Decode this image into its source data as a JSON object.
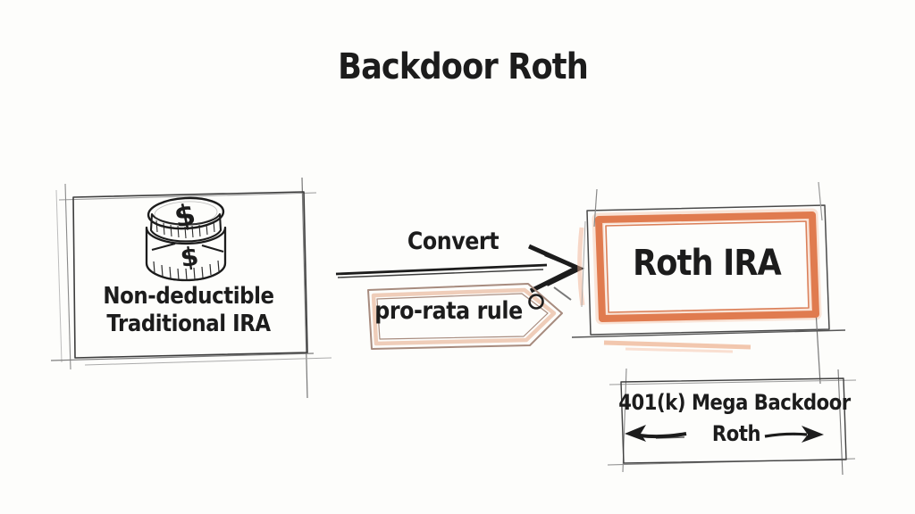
{
  "title": "Backdoor Roth",
  "left_box": {
    "line1": "Non-deductible",
    "line2": "Traditional IRA",
    "icon": "coin-stack-icon",
    "coin_symbol": "$"
  },
  "flow": {
    "convert_label": "Convert",
    "arrow_icon": "right-arrow-icon",
    "tag_label": "pro-rata rule"
  },
  "roth_box": {
    "label": "Roth IRA"
  },
  "mega_box": {
    "line1": "401(k) Mega Backdoor",
    "line2": "Roth",
    "left_icon": "left-arrow-icon",
    "right_icon": "right-arrow-icon"
  },
  "colors": {
    "background": "#fdfdfb",
    "ink": "#1c1c1c",
    "accent_orange": "#e07b4f",
    "orange_halo": "#f2b193",
    "orange_deep": "#d5693b",
    "tag_border": "#a78b7e",
    "tag_peach": "#eecab5",
    "sketch_gray": "#8a8a8a"
  }
}
